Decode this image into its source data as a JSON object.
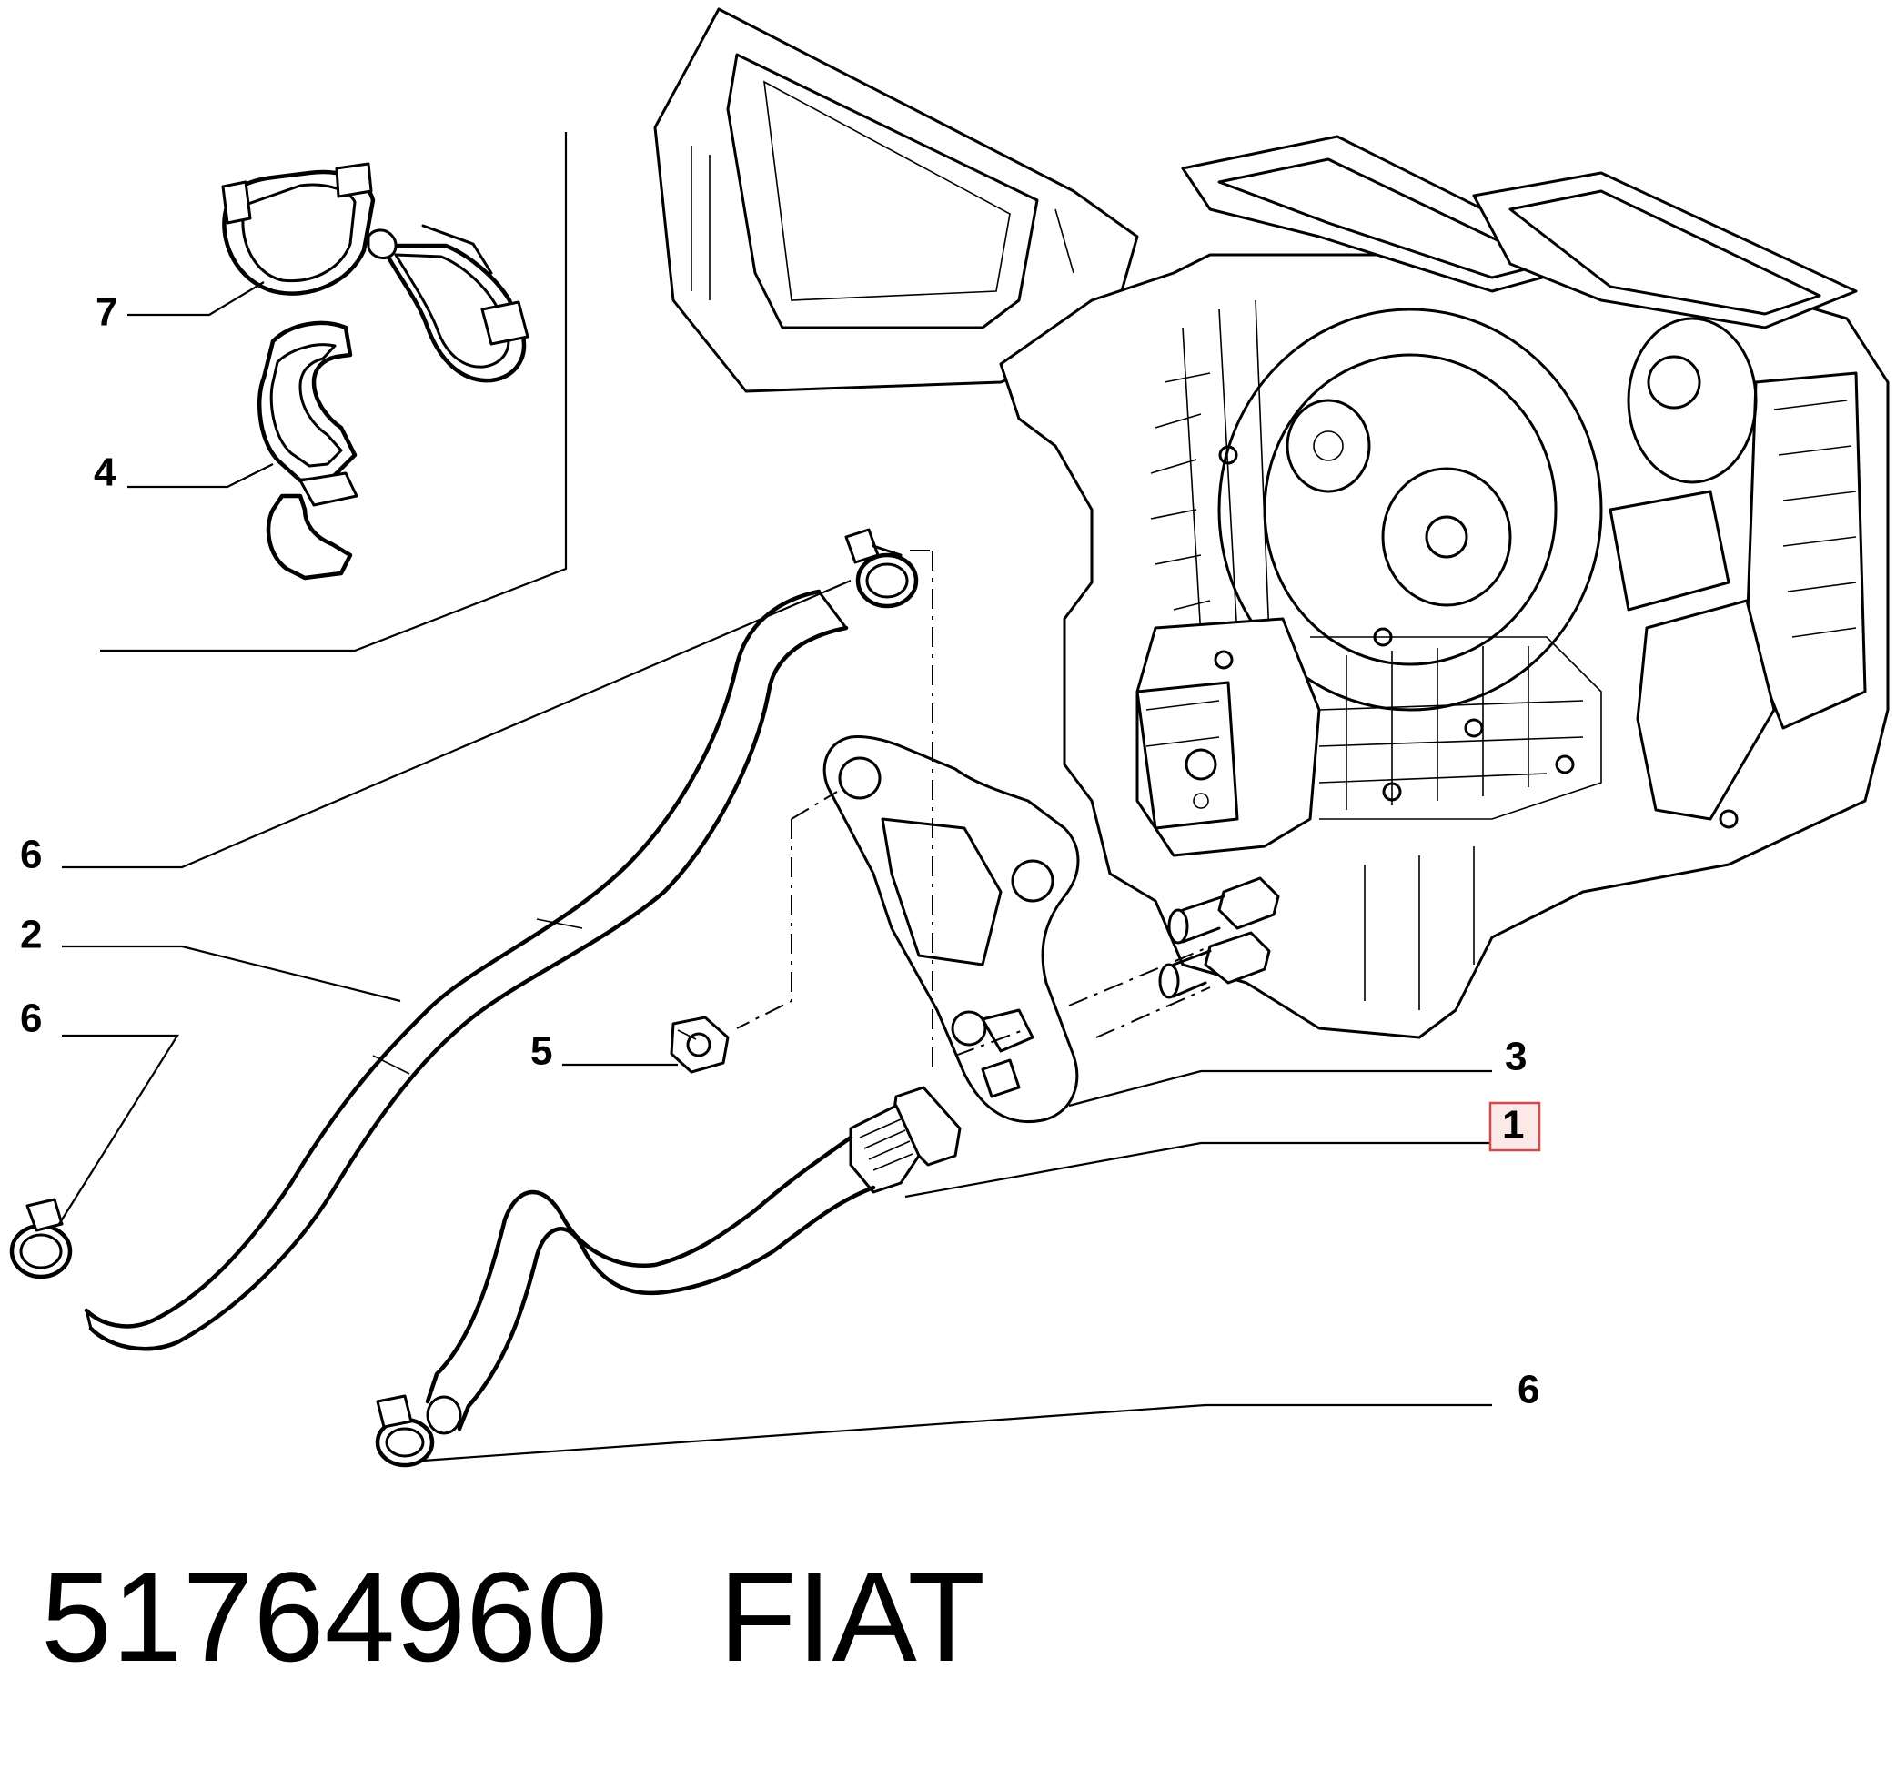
{
  "diagram": {
    "callouts": [
      {
        "id": "7",
        "label": "7"
      },
      {
        "id": "4",
        "label": "4"
      },
      {
        "id": "6a",
        "label": "6"
      },
      {
        "id": "2",
        "label": "2"
      },
      {
        "id": "6b",
        "label": "6"
      },
      {
        "id": "5",
        "label": "5"
      },
      {
        "id": "3",
        "label": "3"
      },
      {
        "id": "1",
        "label": "1",
        "highlighted": true
      },
      {
        "id": "6c",
        "label": "6"
      }
    ],
    "part_number": "51764960",
    "brand": "FIAT",
    "highlight_color": "#d24a4a"
  }
}
